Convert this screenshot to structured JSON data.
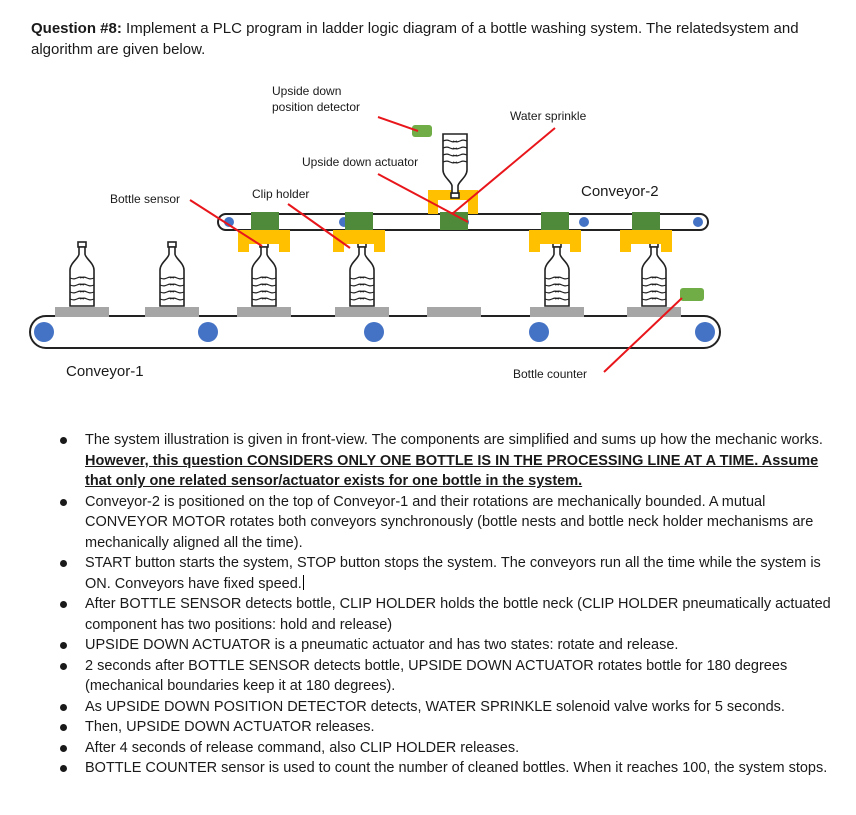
{
  "question": {
    "label": "Question #8:",
    "text": " Implement a PLC program in ladder logic diagram of a bottle washing system. The relatedsystem and algorithm are given below."
  },
  "diagram": {
    "labels": {
      "upside_down_position_detector_1": "Upside down",
      "upside_down_position_detector_2": "position detector",
      "water_sprinkle": "Water sprinkle",
      "upside_down_actuator": "Upside down actuator",
      "clip_holder": "Clip holder",
      "bottle_sensor": "Bottle sensor",
      "conveyor_2": "Conveyor-2",
      "conveyor_1": "Conveyor-1",
      "bottle_counter": "Bottle counter"
    },
    "colors": {
      "pointer": "#e8161b",
      "roller": "#4472c4",
      "nest": "#a6a6a6",
      "holder_yellow": "#ffc000",
      "holder_green": "#4f8a3a",
      "sensor_green": "#70ad47"
    }
  },
  "bullets": [
    {
      "before": "The system illustration is given in front-view. The components are simplified and sums up how the mechanic works. ",
      "emph": "However, this question CONSIDERS ONLY ONE BOTTLE IS IN THE PROCESSING LINE AT A TIME. Assume that only one related sensor/actuator exists for one bottle in the system."
    },
    {
      "before": "Conveyor-2 is positioned on the top of Conveyor-1 and their rotations are mechanically bounded. A mutual CONVEYOR MOTOR rotates both conveyors synchronously (bottle nests and bottle neck holder mechanisms are mechanically aligned all the time).",
      "emph": ""
    },
    {
      "before": "START button starts the system, STOP button stops the system. The conveyors run all the time while the system is ON. Conveyors have fixed speed.",
      "emph": ""
    },
    {
      "before": "After BOTTLE SENSOR detects bottle, CLIP HOLDER holds the bottle neck (CLIP HOLDER pneumatically actuated component has two positions: hold and release)",
      "emph": ""
    },
    {
      "before": "UPSIDE DOWN ACTUATOR is a pneumatic actuator and has two states: rotate and release.",
      "emph": ""
    },
    {
      "before": "2 seconds after BOTTLE SENSOR detects bottle, UPSIDE DOWN ACTUATOR rotates bottle for 180 degrees (mechanical boundaries keep it at 180 degrees).",
      "emph": ""
    },
    {
      "before": "As UPSIDE DOWN POSITION DETECTOR detects, WATER SPRINKLE solenoid valve works for 5 seconds.",
      "emph": ""
    },
    {
      "before": "Then, UPSIDE DOWN ACTUATOR releases.",
      "emph": ""
    },
    {
      "before": "After 4 seconds of release command, also CLIP HOLDER releases.",
      "emph": ""
    },
    {
      "before": "BOTTLE COUNTER sensor is used to count the number of cleaned bottles. When it reaches 100, the system stops.",
      "emph": ""
    }
  ]
}
